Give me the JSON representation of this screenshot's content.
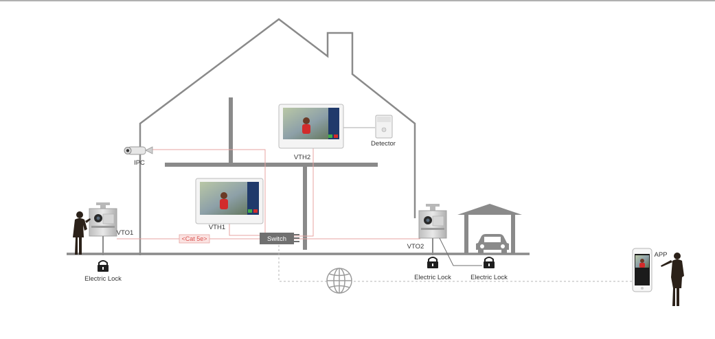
{
  "diagram": {
    "labels": {
      "ipc": "IPC",
      "vth2": "VTH2",
      "vth1": "VTH1",
      "detector": "Detector",
      "vto1": "VTO1",
      "vto2": "VTO2",
      "cable": "<Cat 5e>",
      "switch": "Switch",
      "lock1": "Electric Lock",
      "lock2": "Electric Lock",
      "lock3": "Electric Lock",
      "app": "APP"
    },
    "colors": {
      "wall": "#8a8a8a",
      "cable": "#e7a3a0",
      "network": "#b5b5b5",
      "switch": "#707070",
      "person": "#2b2119"
    },
    "icons": [
      "camera-icon",
      "monitor-icon",
      "detector-icon",
      "doorstation-icon",
      "lock-icon",
      "globe-icon",
      "car-icon",
      "phone-icon",
      "person-icon"
    ]
  }
}
